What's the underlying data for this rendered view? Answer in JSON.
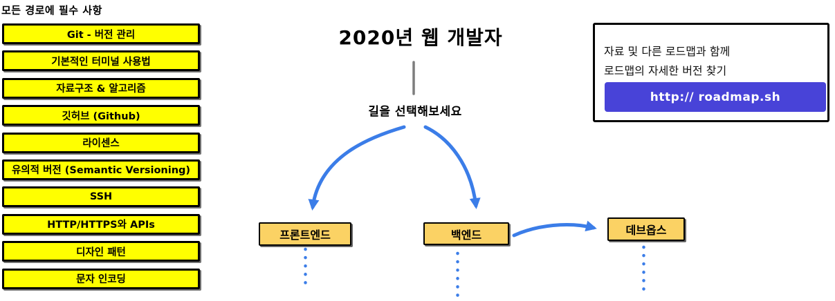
{
  "sidebar": {
    "heading": "모든 경로에 필수 사항",
    "items": [
      "Git - 버전 관리",
      "기본적인 터미널 사용법",
      "자료구조 & 알고리즘",
      "깃허브 (Github)",
      "라이센스",
      "유의적 버전 (Semantic Versioning)",
      "SSH",
      "HTTP/HTTPS와 APIs",
      "디자인 패턴",
      "문자 인코딩"
    ]
  },
  "header": {
    "title": "2020년 웹 개발자",
    "subtitle": "길을 선택해보세요"
  },
  "info_box": {
    "line1": "자료 및 다른 로드맵과 함께",
    "line2": "로드맵의 자세한 버전 찾기",
    "button_label": "http:// roadmap.sh"
  },
  "paths": {
    "frontend": "프론트엔드",
    "backend": "백엔드",
    "devops": "데브옵스"
  },
  "colors": {
    "required_box_bg": "#ffff00",
    "path_box_bg": "#fbd264",
    "arrow_blue": "#3b7de8",
    "button_purple": "#4843d8",
    "connector_gray": "#7d7d7d",
    "border_black": "#000000"
  }
}
